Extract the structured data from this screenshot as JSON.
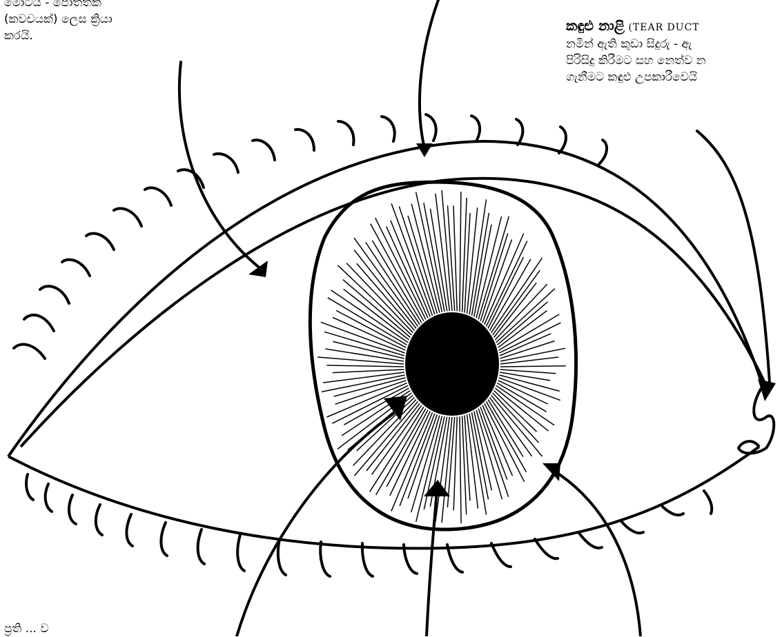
{
  "labels": {
    "top_left": {
      "lines": [
        "මොටයි - පොත්තක්",
        "(කවචයක්) ලෙස ක්‍රියා",
        "කරයි."
      ]
    },
    "top_right": {
      "title": "කඳුළු නාළි",
      "title_en": "(TEAR DUCT",
      "lines": [
        "නමින් ඇති කුඩා සිදුරු - ඇ",
        "පිරිසිදු කිරීමට සහ නෙත්ව න",
        "ගැනීමට කඳුළු උපකාරීවෙයි"
      ]
    },
    "bottom_left": {
      "text": "ප්‍රති ... ව"
    }
  },
  "colors": {
    "ink": "#000000",
    "paper": "#ffffff"
  }
}
